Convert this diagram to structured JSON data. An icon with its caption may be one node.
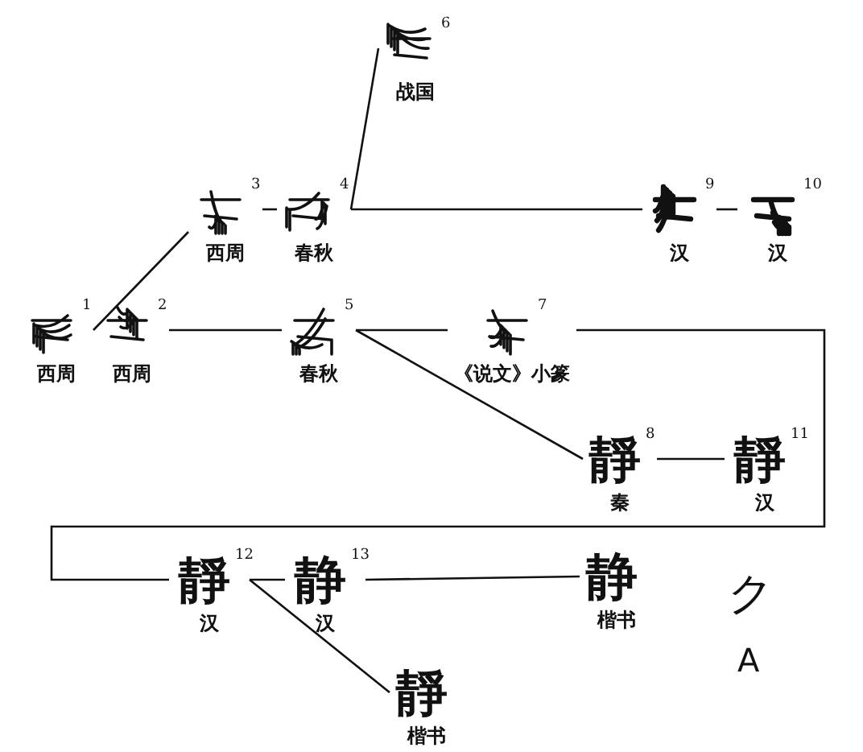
{
  "diagram": {
    "nodes": [
      {
        "text": [
          "战国"
        ],
        "beside": [
          "6"
        ]
      },
      {
        "text": [
          "西周"
        ],
        "beside": [
          "3"
        ]
      },
      {
        "text": [
          "春秋"
        ],
        "beside": [
          "4"
        ]
      },
      {
        "text": [
          "汉"
        ],
        "beside": [
          "9"
        ]
      },
      {
        "text": [
          "汉"
        ],
        "beside": [
          "10"
        ]
      },
      {
        "text": [
          "西周"
        ],
        "beside": [
          "1"
        ]
      },
      {
        "text": [
          "西周"
        ],
        "beside": [
          "2"
        ]
      },
      {
        "text": [
          "春秋"
        ],
        "beside": [
          "5"
        ]
      },
      {
        "text": [
          "《说文》小篆"
        ],
        "beside": [
          "7"
        ]
      },
      {
        "text": [
          "靜",
          "秦"
        ],
        "beside": [
          "8"
        ]
      },
      {
        "text": [
          "靜",
          "汉"
        ],
        "beside": [
          "11"
        ]
      },
      {
        "text": [
          "靜",
          "汉"
        ],
        "beside": [
          "12"
        ]
      },
      {
        "text": [
          "静",
          "汉"
        ],
        "beside": [
          "13"
        ]
      },
      {
        "text": [
          "静",
          "楷书"
        ]
      },
      {
        "text": [
          "靜",
          "楷书"
        ]
      }
    ],
    "edges": [
      {
        "from": 5,
        "to": 1,
        "arrow": "none"
      },
      {
        "from": 1,
        "to": 2,
        "arrow": "none"
      },
      {
        "from": 2,
        "to": 0,
        "arrow": "none"
      },
      {
        "from": 2,
        "to": 3,
        "arrow": "none"
      },
      {
        "from": 3,
        "to": 4,
        "arrow": "none"
      },
      {
        "from": 6,
        "to": 7,
        "arrow": "none"
      },
      {
        "from": 7,
        "to": 8,
        "arrow": "none"
      },
      {
        "from": 7,
        "to": 9,
        "arrow": "none"
      },
      {
        "from": 9,
        "to": 10,
        "arrow": "none"
      },
      {
        "from": 8,
        "to": 11,
        "arrow": "none"
      },
      {
        "from": 11,
        "to": 12,
        "arrow": "none"
      },
      {
        "from": 12,
        "to": 13,
        "arrow": "none"
      },
      {
        "from": 11,
        "to": 14,
        "arrow": "none"
      }
    ],
    "labels": [
      "ク",
      "A"
    ]
  }
}
